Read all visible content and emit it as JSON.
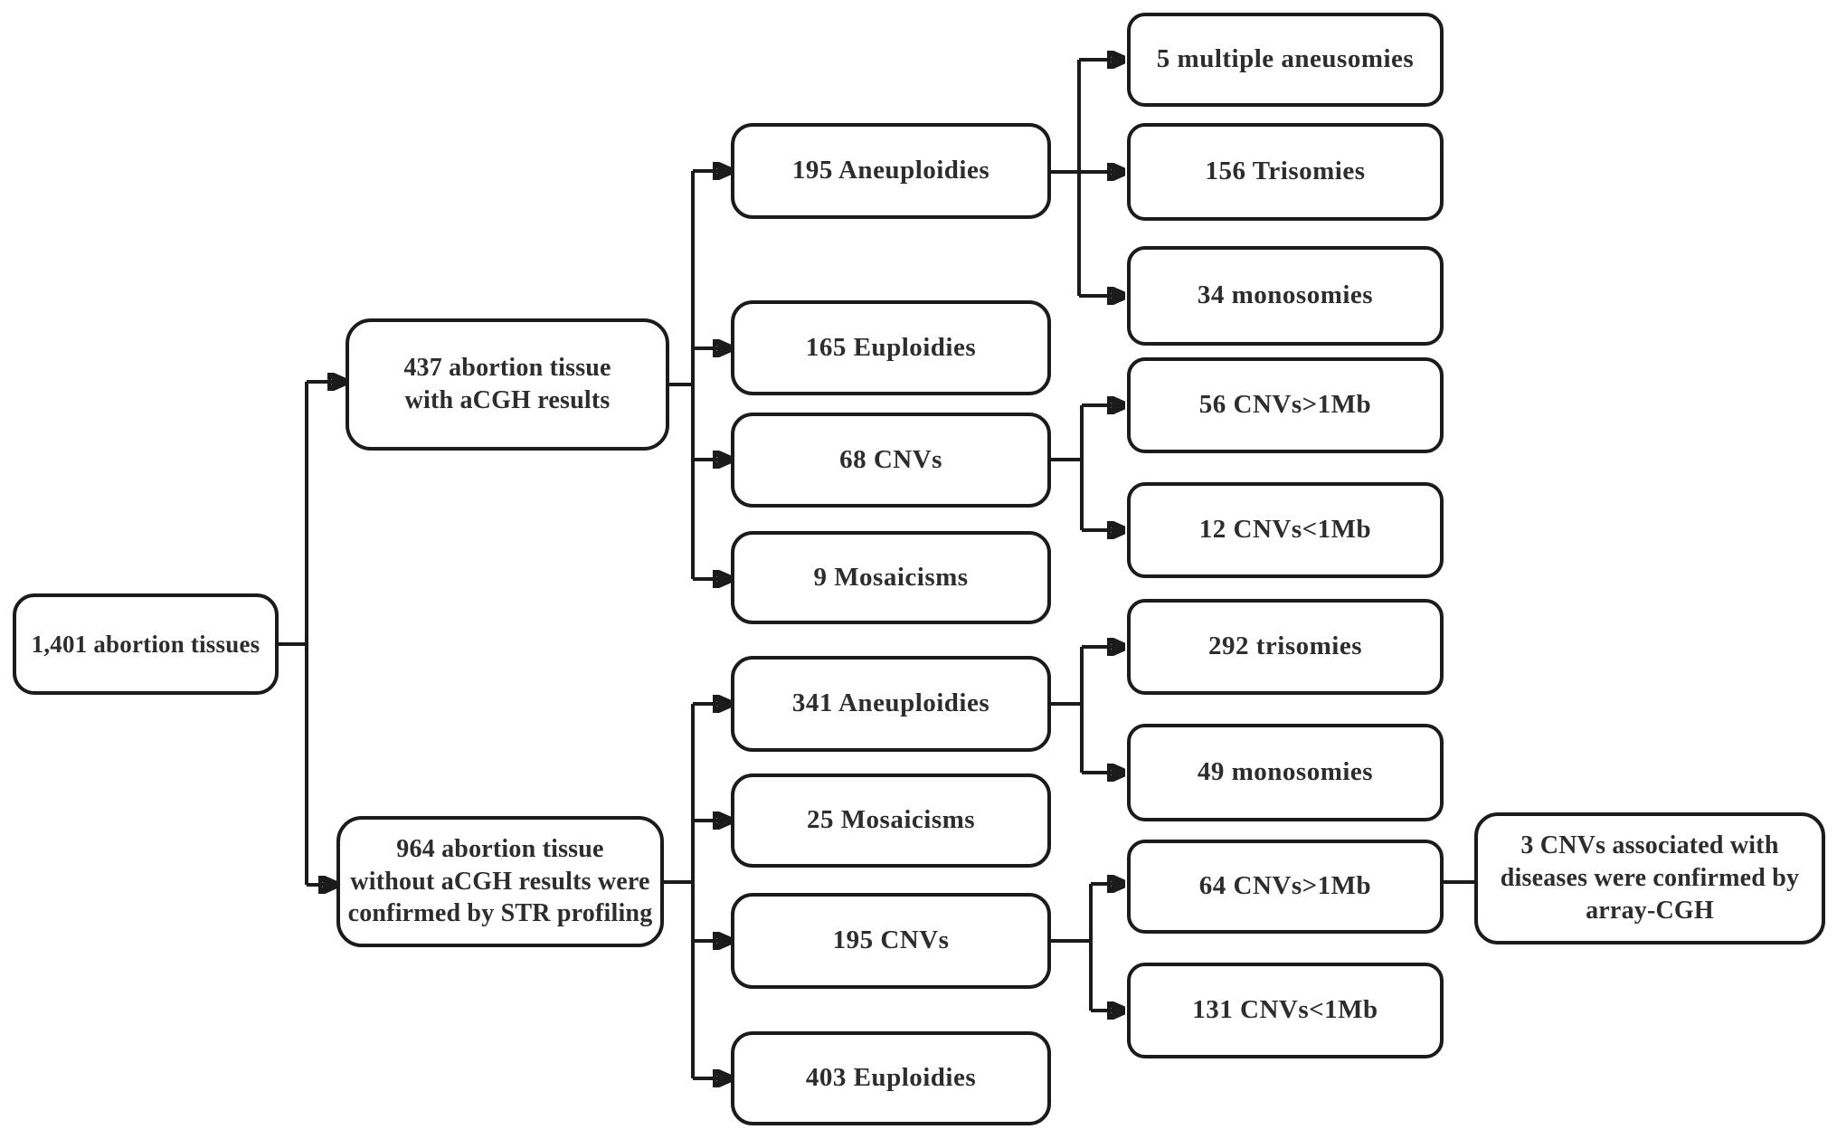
{
  "diagram": {
    "type": "flowchart",
    "colors": {
      "background": "#ffffff",
      "line": "#1b1b1b",
      "text": "#2d2d2d",
      "node_fill": "#ffffff"
    },
    "nodes": {
      "root": {
        "label": "1,401 abortion tissues"
      },
      "acgh_437": {
        "label": "437 abortion tissue\nwith aCGH results"
      },
      "str_964": {
        "label": "964 abortion tissue\nwithout aCGH results were\nconfirmed by STR profiling"
      },
      "aneuploidies_195": {
        "label": "195 Aneuploidies"
      },
      "euploidies_165": {
        "label": "165 Euploidies"
      },
      "cnvs_68": {
        "label": "68 CNVs"
      },
      "mosaicisms_9": {
        "label": "9 Mosaicisms"
      },
      "aneuploidies_341": {
        "label": "341 Aneuploidies"
      },
      "mosaicisms_25": {
        "label": "25 Mosaicisms"
      },
      "cnvs_195": {
        "label": "195 CNVs"
      },
      "euploidies_403": {
        "label": "403 Euploidies"
      },
      "multiple_aneusomies_5": {
        "label": "5 multiple aneusomies"
      },
      "trisomies_156": {
        "label": "156 Trisomies"
      },
      "monosomies_34": {
        "label": "34 monosomies"
      },
      "cnvs_gt1mb_56": {
        "label": "56 CNVs>1Mb"
      },
      "cnvs_lt1mb_12": {
        "label": "12 CNVs<1Mb"
      },
      "trisomies_292": {
        "label": "292 trisomies"
      },
      "monosomies_49": {
        "label": "49 monosomies"
      },
      "cnvs_gt1mb_64": {
        "label": "64 CNVs>1Mb"
      },
      "cnvs_lt1mb_131": {
        "label": "131 CNVs<1Mb"
      },
      "confirmed_acgh_3": {
        "label": "3 CNVs associated with\ndiseases were confirmed by\narray-CGH"
      }
    },
    "edges": [
      {
        "from": "root",
        "to": "acgh_437"
      },
      {
        "from": "root",
        "to": "str_964"
      },
      {
        "from": "acgh_437",
        "to": "aneuploidies_195"
      },
      {
        "from": "acgh_437",
        "to": "euploidies_165"
      },
      {
        "from": "acgh_437",
        "to": "cnvs_68"
      },
      {
        "from": "acgh_437",
        "to": "mosaicisms_9"
      },
      {
        "from": "aneuploidies_195",
        "to": "multiple_aneusomies_5"
      },
      {
        "from": "aneuploidies_195",
        "to": "trisomies_156"
      },
      {
        "from": "aneuploidies_195",
        "to": "monosomies_34"
      },
      {
        "from": "cnvs_68",
        "to": "cnvs_gt1mb_56"
      },
      {
        "from": "cnvs_68",
        "to": "cnvs_lt1mb_12"
      },
      {
        "from": "str_964",
        "to": "aneuploidies_341"
      },
      {
        "from": "str_964",
        "to": "mosaicisms_25"
      },
      {
        "from": "str_964",
        "to": "cnvs_195"
      },
      {
        "from": "str_964",
        "to": "euploidies_403"
      },
      {
        "from": "aneuploidies_341",
        "to": "trisomies_292"
      },
      {
        "from": "aneuploidies_341",
        "to": "monosomies_49"
      },
      {
        "from": "cnvs_195",
        "to": "cnvs_gt1mb_64"
      },
      {
        "from": "cnvs_195",
        "to": "cnvs_lt1mb_131"
      },
      {
        "from": "cnvs_gt1mb_64",
        "to": "confirmed_acgh_3"
      }
    ]
  }
}
